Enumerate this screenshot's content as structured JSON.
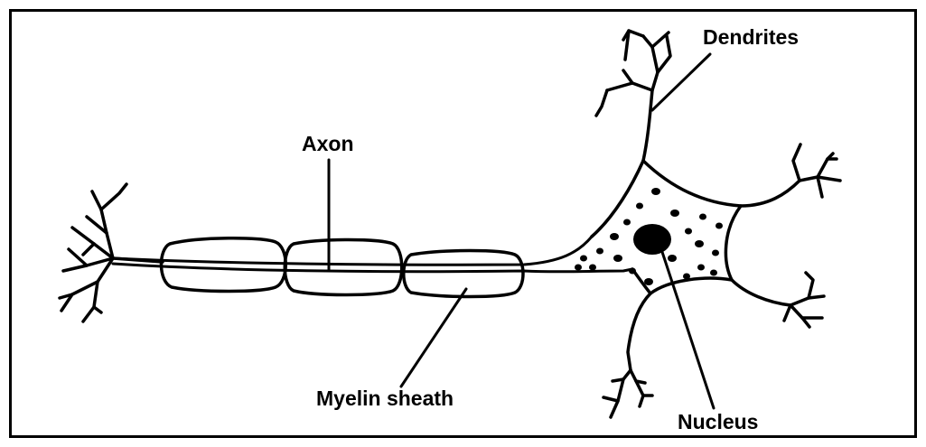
{
  "labels": {
    "dendrites": "Dendrites",
    "axon": "Axon",
    "myelin_sheath": "Myelin sheath",
    "nucleus": "Nucleus"
  },
  "colors": {
    "ink": "#000000",
    "background": "#ffffff"
  }
}
